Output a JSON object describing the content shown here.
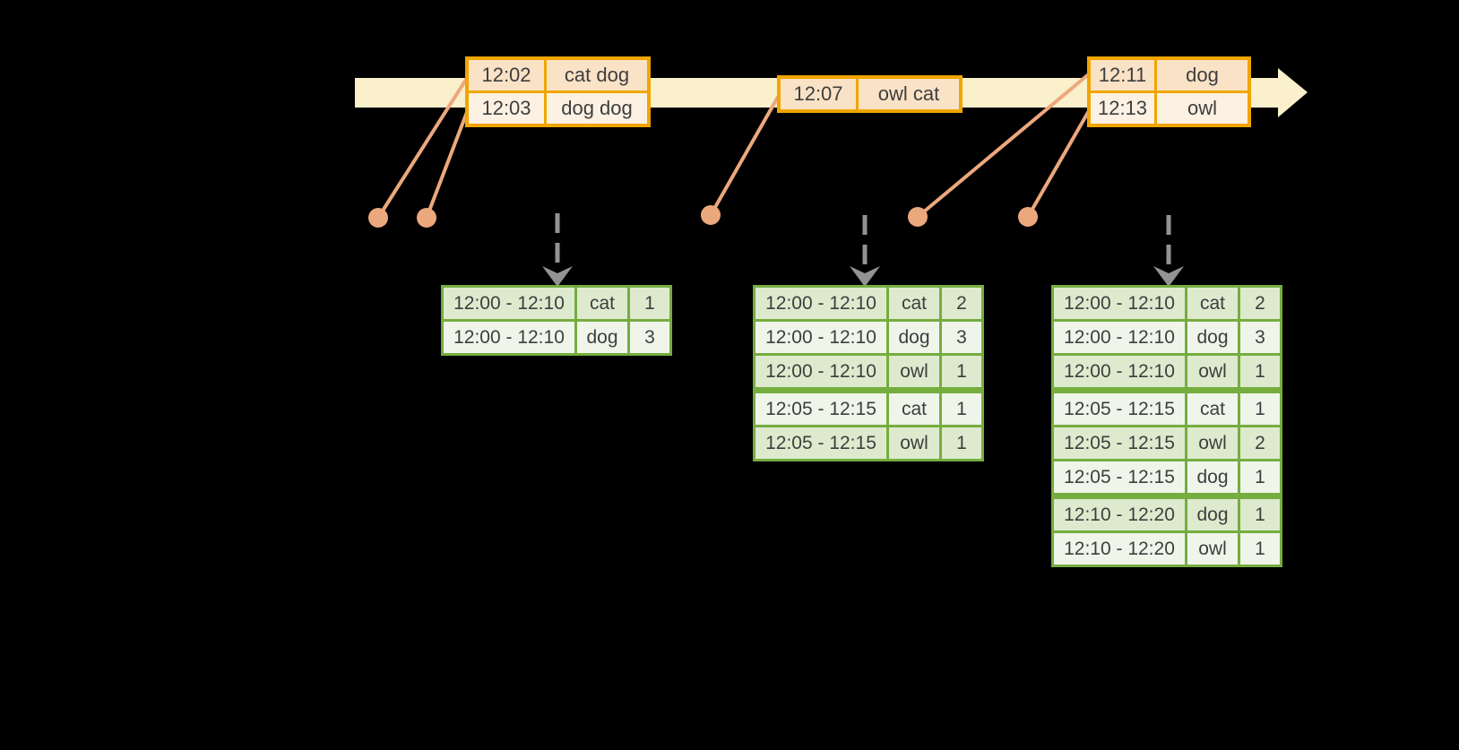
{
  "colors": {
    "background": "#000000",
    "timeline": "#FBF0CC",
    "event_border": "#F0A500",
    "event_row": "#FAE2C6",
    "event_row_alt": "#FCF1E2",
    "connector": "#ECA87D",
    "trigger_arrow": "#939393",
    "result_border": "#75AD3F",
    "result_row": "#DEEACE",
    "result_row_alt": "#F0F5EA",
    "text": "#3E3E3E"
  },
  "event_tables": [
    {
      "rows": [
        [
          "12:02",
          "cat dog"
        ],
        [
          "12:03",
          "dog dog"
        ]
      ]
    },
    {
      "rows": [
        [
          "12:07",
          "owl cat"
        ]
      ]
    },
    {
      "rows": [
        [
          "12:11",
          "dog"
        ],
        [
          "12:13",
          "owl"
        ]
      ]
    }
  ],
  "result_tables": [
    {
      "rows": [
        [
          "12:00 - 12:10",
          "cat",
          "1"
        ],
        [
          "12:00 - 12:10",
          "dog",
          "3"
        ]
      ]
    },
    {
      "rows": [
        [
          "12:00 - 12:10",
          "cat",
          "2"
        ],
        [
          "12:00 - 12:10",
          "dog",
          "3"
        ],
        [
          "12:00 - 12:10",
          "owl",
          "1"
        ],
        [
          "12:05 - 12:15",
          "cat",
          "1"
        ],
        [
          "12:05 - 12:15",
          "owl",
          "1"
        ]
      ]
    },
    {
      "rows": [
        [
          "12:00 - 12:10",
          "cat",
          "2"
        ],
        [
          "12:00 - 12:10",
          "dog",
          "3"
        ],
        [
          "12:00 - 12:10",
          "owl",
          "1"
        ],
        [
          "12:05 - 12:15",
          "cat",
          "1"
        ],
        [
          "12:05 - 12:15",
          "owl",
          "2"
        ],
        [
          "12:05 - 12:15",
          "dog",
          "1"
        ],
        [
          "12:10 - 12:20",
          "dog",
          "1"
        ],
        [
          "12:10 - 12:20",
          "owl",
          "1"
        ]
      ]
    }
  ]
}
